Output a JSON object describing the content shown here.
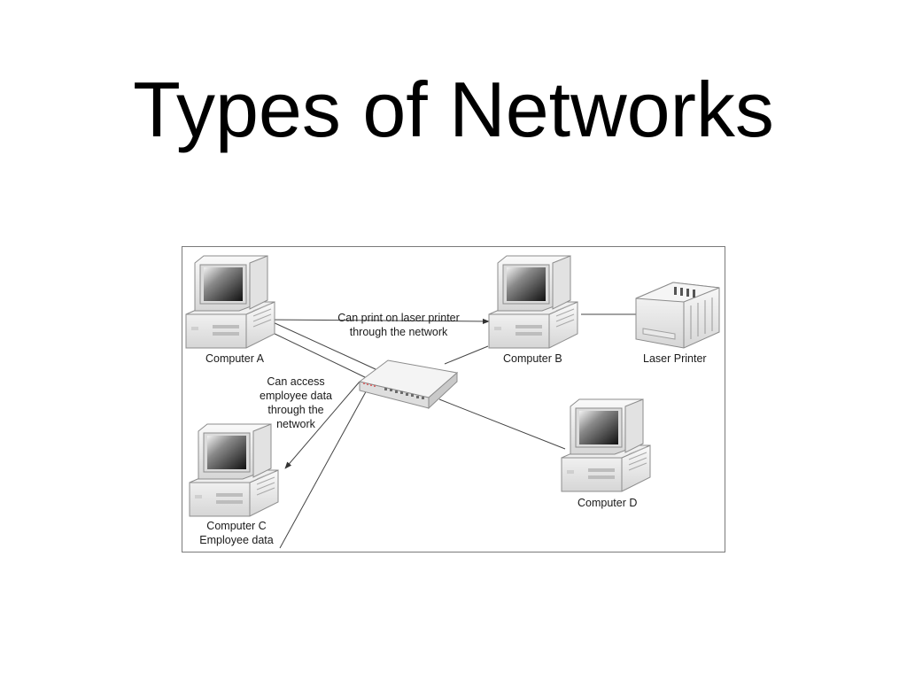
{
  "slide": {
    "title": "Types of Networks"
  },
  "diagram": {
    "nodes": {
      "computer_a": {
        "label": "Computer A",
        "icon": "desktop-computer-icon"
      },
      "computer_b": {
        "label": "Computer B",
        "icon": "desktop-computer-icon"
      },
      "computer_c": {
        "label_line1": "Computer C",
        "label_line2": "Employee data",
        "icon": "desktop-computer-icon"
      },
      "computer_d": {
        "label": "Computer D",
        "icon": "desktop-computer-icon"
      },
      "laser_printer": {
        "label": "Laser Printer",
        "icon": "laser-printer-icon"
      },
      "hub": {
        "icon": "network-hub-icon"
      }
    },
    "annotations": {
      "print": {
        "line1": "Can print on laser printer",
        "line2": "through the network"
      },
      "access": {
        "line1": "Can access",
        "line2": "employee data",
        "line3": "through the",
        "line4": "network"
      }
    }
  }
}
